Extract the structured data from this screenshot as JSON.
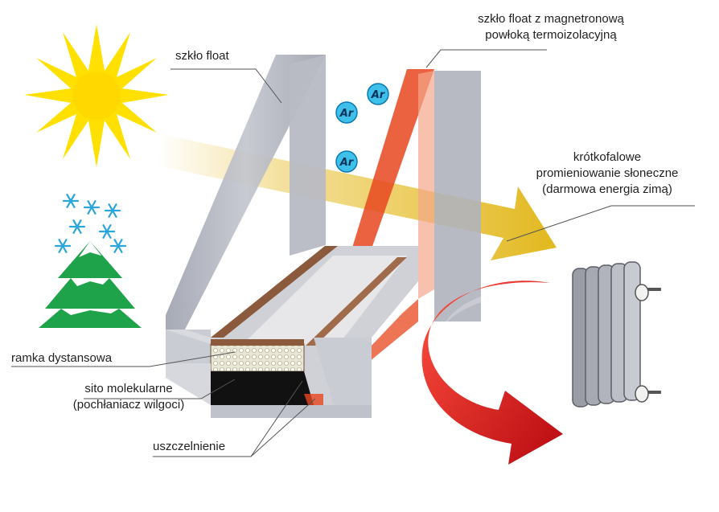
{
  "labels": {
    "float_glass": "szkło float",
    "coated_glass_line1": "szkło float z magnetronową",
    "coated_glass_line2": "powłoką termoizolacyjną",
    "radiation_line1": "krótkofalowe",
    "radiation_line2": "promieniowanie słoneczne",
    "radiation_line3": "(darmowa energia zimą)",
    "spacer_frame": "ramka dystansowa",
    "sieve_line1": "sito molekularne",
    "sieve_line2": "(pochłaniacz wilgoci)",
    "seal": "uszczelnienie"
  },
  "argon": [
    "Ar",
    "Ar",
    "Ar"
  ],
  "colors": {
    "sun": "#ffe000",
    "glass": "#a9adb8",
    "coated_glass": "#e8461e",
    "arrow_sun": "#e9c23a",
    "arrow_heat": "#e1141c",
    "tree": "#1fa34a",
    "snowflake": "#2aa6dc",
    "spacer": "#8b5a3c",
    "sealant": "#111111"
  },
  "icons": [
    "sun-icon",
    "snowflake-icon",
    "tree-icon",
    "radiator-icon"
  ]
}
